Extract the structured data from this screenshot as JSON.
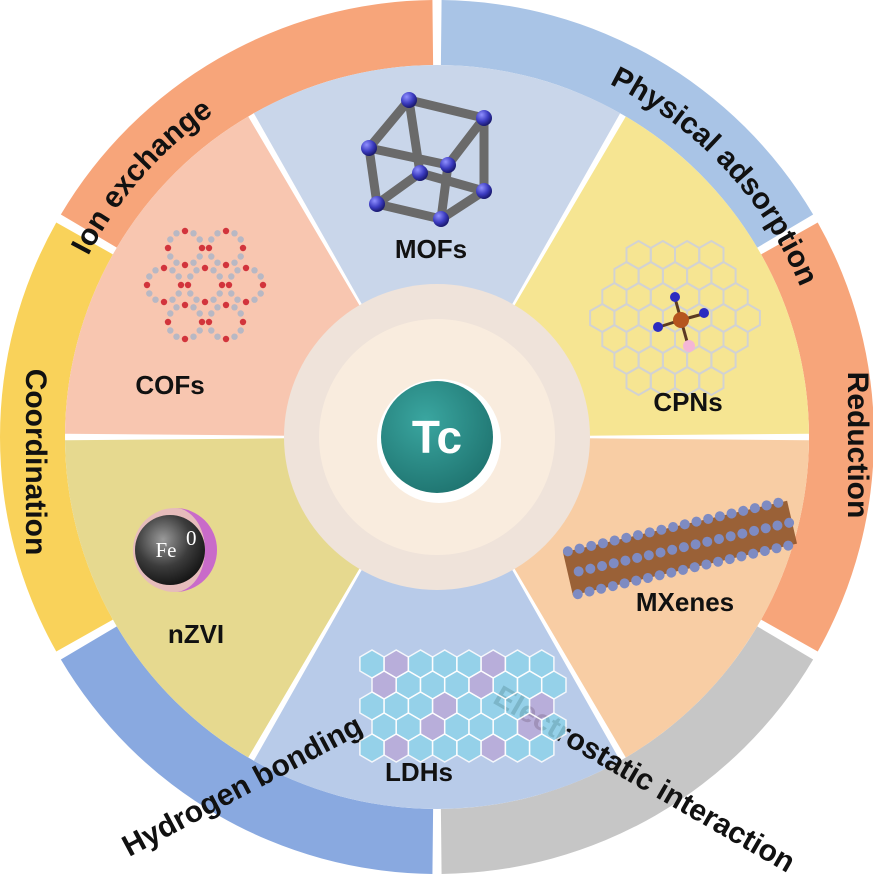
{
  "center": {
    "label": "Tc",
    "color": "#2b8d88"
  },
  "outer_ring": [
    {
      "label": "Ion exchange",
      "color": "#f7a57a"
    },
    {
      "label": "Physical adsorption",
      "color": "#a9c4e6"
    },
    {
      "label": "Reduction",
      "color": "#f7a57a"
    },
    {
      "label": "Electrostatic interaction",
      "color": "#c6c6c6"
    },
    {
      "label": "Hydrogen bonding",
      "color": "#89a9e0"
    },
    {
      "label": "Coordination",
      "color": "#f9d25a"
    }
  ],
  "materials": [
    {
      "label": "MOFs",
      "icon": "mof-cube-icon",
      "color": "#c9d6ea"
    },
    {
      "label": "CPNs",
      "icon": "graphene-lattice-icon",
      "color": "#f6e592"
    },
    {
      "label": "MXenes",
      "icon": "layered-mxene-icon",
      "color": "#f8cda4"
    },
    {
      "label": "LDHs",
      "icon": "hexagonal-sheet-icon",
      "color": "#b8cbe9"
    },
    {
      "label": "nZVI",
      "icon": "iron-particle-icon",
      "color": "#e6d98f"
    },
    {
      "label": "COFs",
      "icon": "cof-framework-icon",
      "color": "#f8c6b0"
    }
  ],
  "particle": {
    "base": "Fe",
    "superscript": "0"
  }
}
